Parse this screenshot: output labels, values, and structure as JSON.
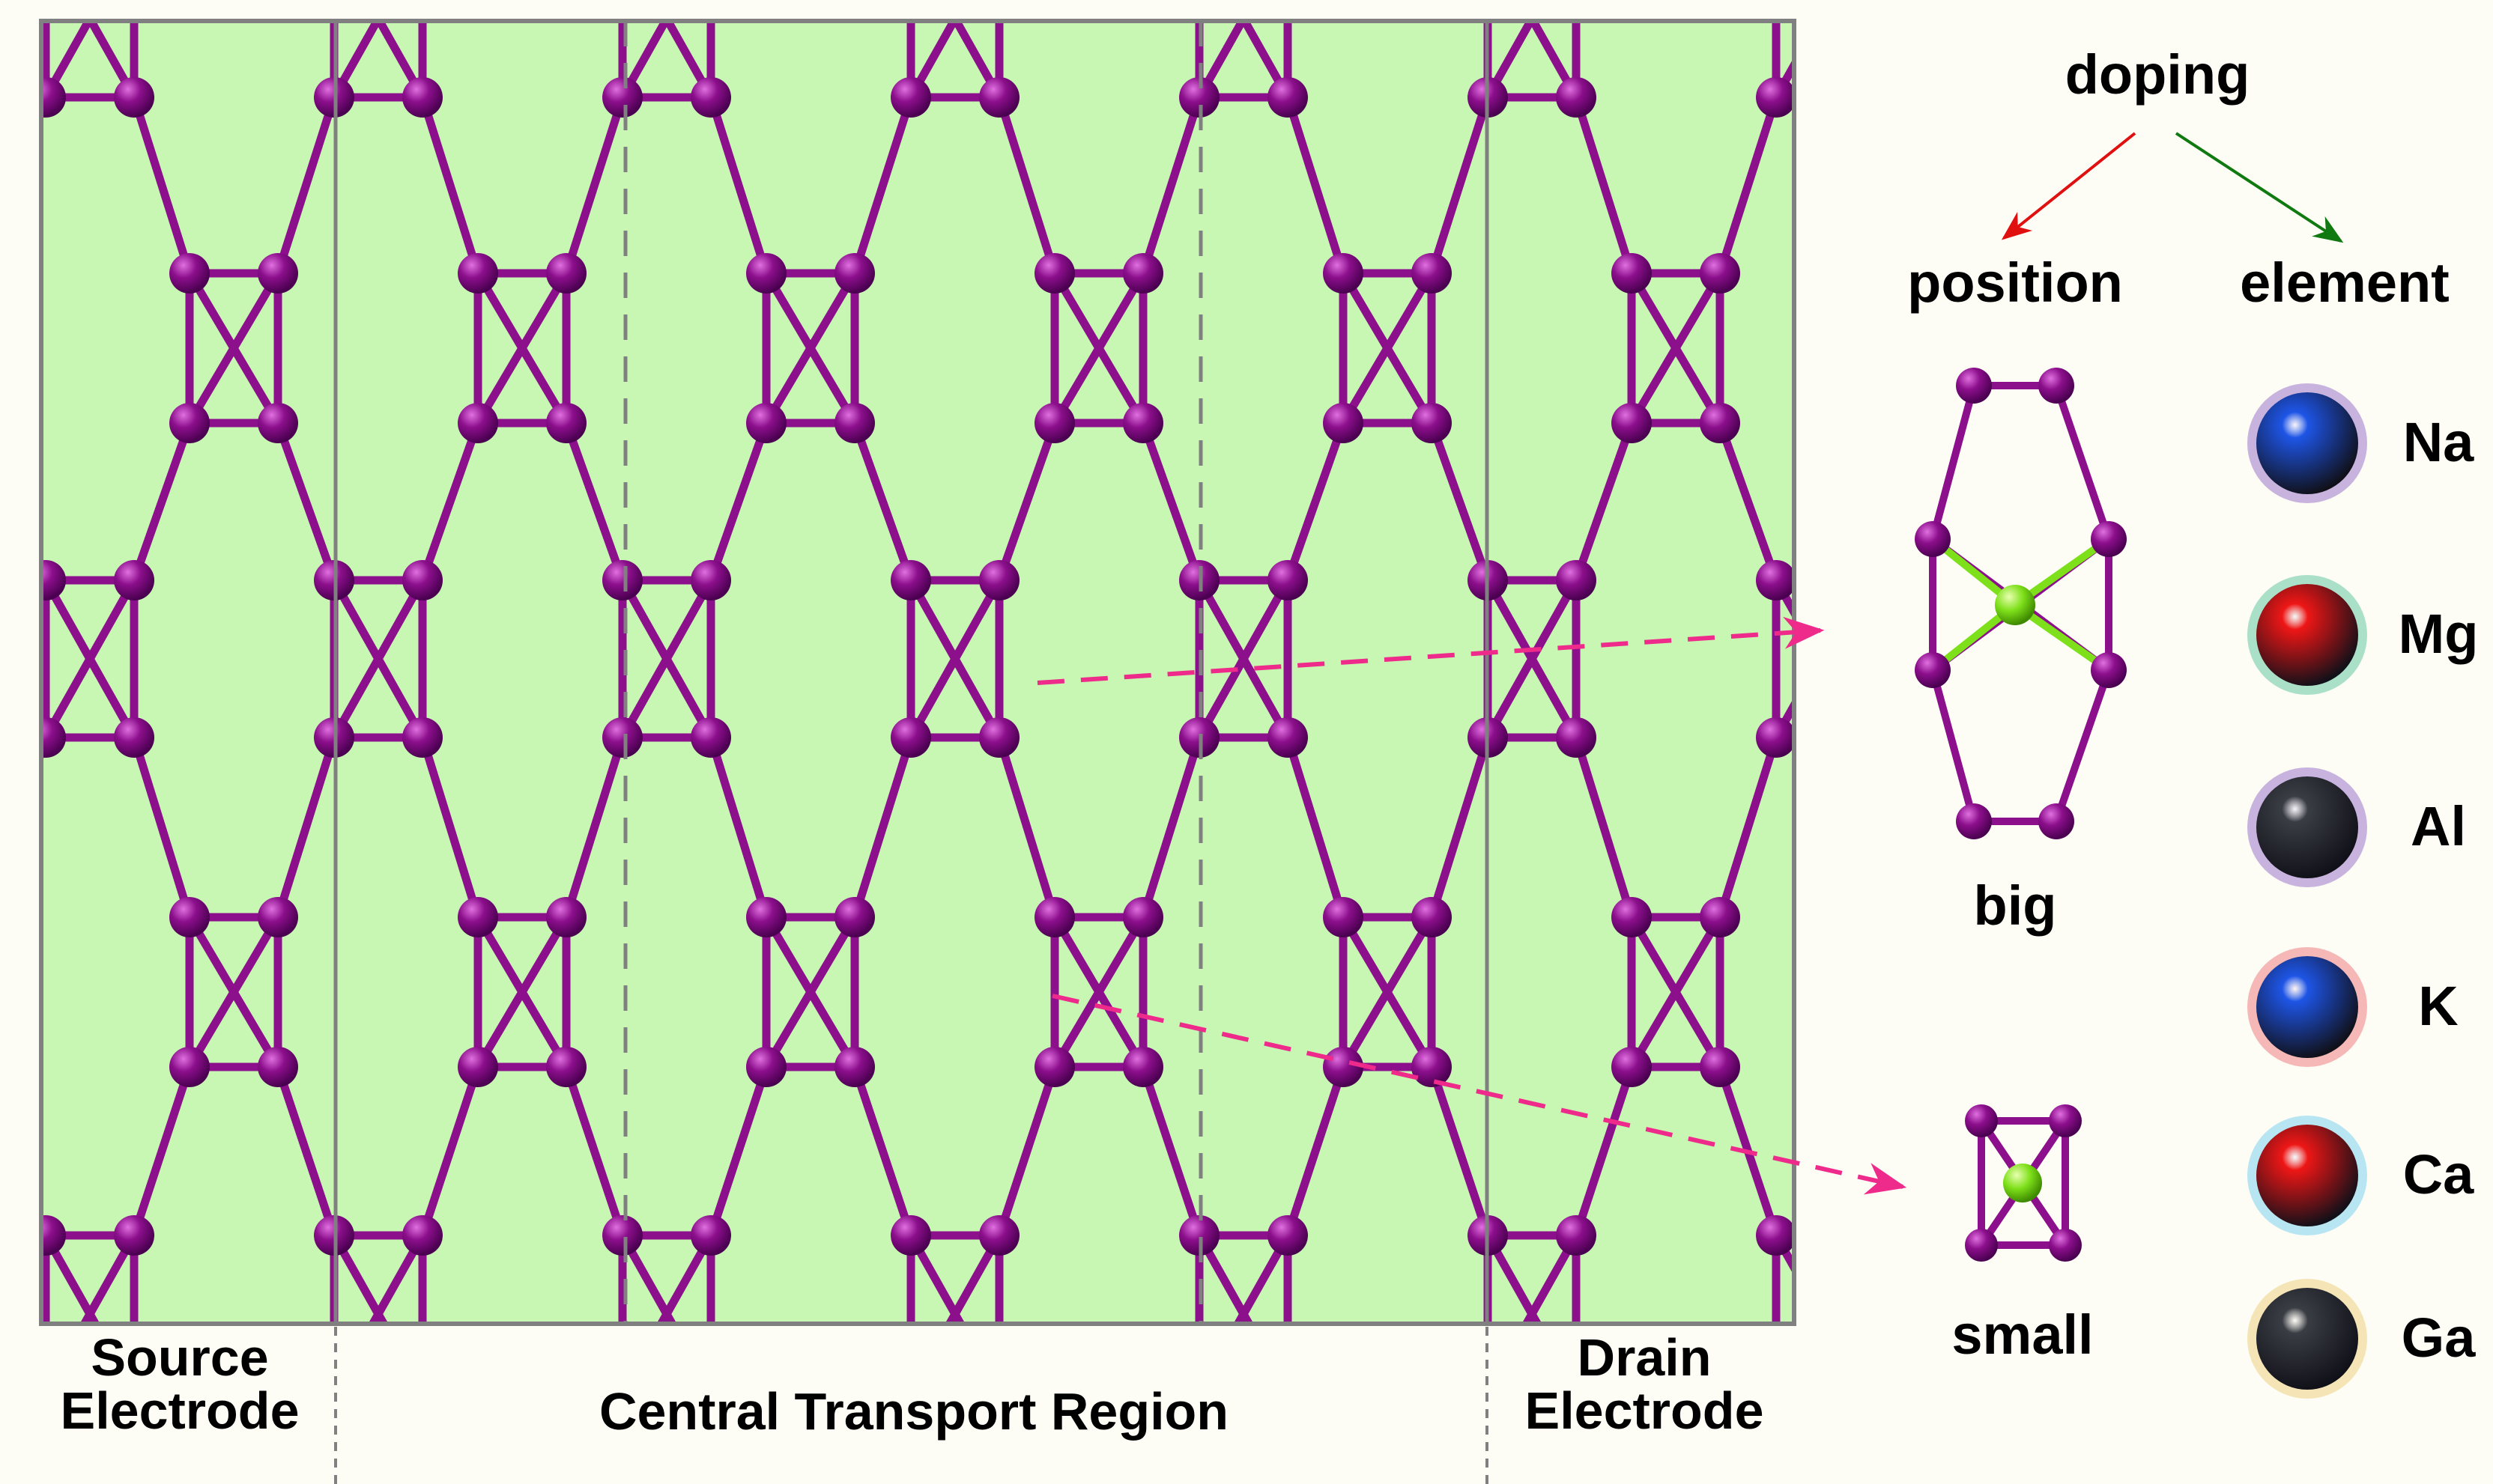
{
  "regions": {
    "source": {
      "line1": "Source",
      "line2": "Electrode"
    },
    "central": {
      "label": "Central Transport Region"
    },
    "drain": {
      "line1": "Drain",
      "line2": "Electrode"
    }
  },
  "doping": {
    "title": "doping",
    "branch_left": "position",
    "branch_right": "element",
    "positions": [
      {
        "label": "big"
      },
      {
        "label": "small"
      }
    ],
    "elements": [
      {
        "symbol": "Na",
        "color": "#1e55e6",
        "halo": "#b49ad6"
      },
      {
        "symbol": "Mg",
        "color": "#ee1616",
        "halo": "#8fd6b8"
      },
      {
        "symbol": "Al",
        "color": "#3a3d44",
        "halo": "#b49ad6"
      },
      {
        "symbol": "K",
        "color": "#1e55e6",
        "halo": "#f2a0a0"
      },
      {
        "symbol": "Ca",
        "color": "#ee1616",
        "halo": "#9fdcf0"
      },
      {
        "symbol": "Ga",
        "color": "#3a3d44",
        "halo": "#f2dca0"
      }
    ]
  },
  "colors": {
    "lattice_background": "#c8f7b4",
    "atom": "#8c0f8c",
    "dopant": "#7ee01a",
    "arrow_pointer": "#ee2a8a",
    "arrow_position": "#e01010",
    "arrow_element": "#107a10",
    "frame": "#808080"
  }
}
